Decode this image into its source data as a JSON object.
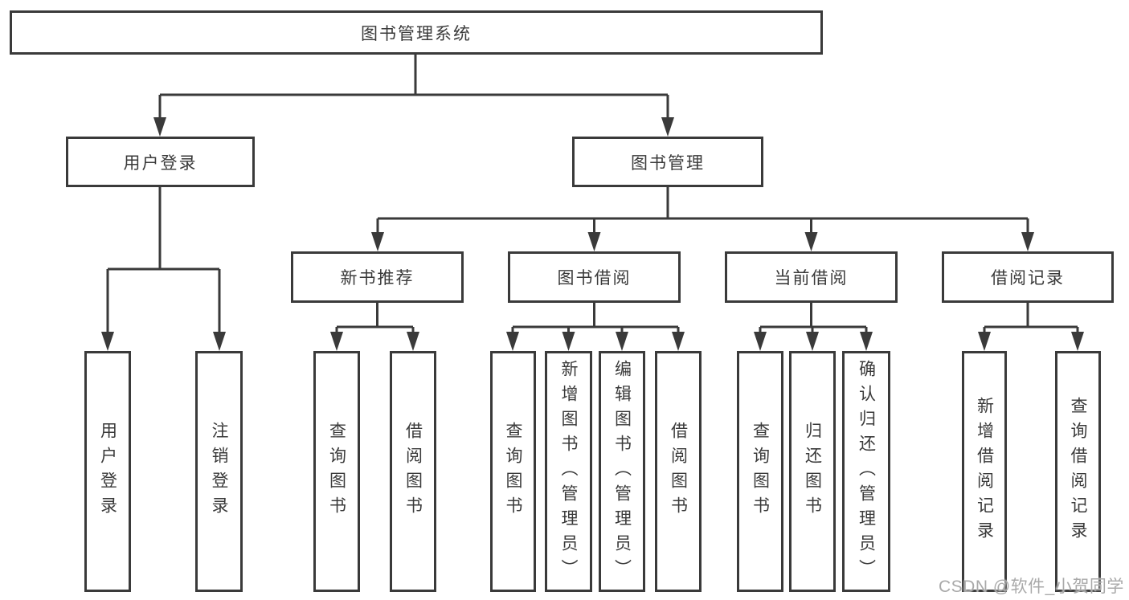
{
  "colors": {
    "line": "#3a3a3a",
    "text": "#3a3a3a",
    "background": "#ffffff",
    "watermark": "#a9a9a9"
  },
  "tree": {
    "root": "图书管理系统",
    "branches": [
      {
        "label": "用户登录",
        "children": [
          "用户登录",
          "注销登录"
        ]
      },
      {
        "label": "图书管理",
        "sections": [
          {
            "label": "新书推荐",
            "children": [
              "查询图书",
              "借阅图书"
            ]
          },
          {
            "label": "图书借阅",
            "children": [
              "查询图书",
              "新增图书（管理员）",
              "编辑图书（管理员）",
              "借阅图书"
            ]
          },
          {
            "label": "当前借阅",
            "children": [
              "查询图书",
              "归还图书",
              "确认归还（管理员）"
            ]
          },
          {
            "label": "借阅记录",
            "children": [
              "新增借阅记录",
              "查询借阅记录"
            ]
          }
        ]
      }
    ]
  },
  "watermark": {
    "text": "CSDN @软件_小贺同学"
  }
}
